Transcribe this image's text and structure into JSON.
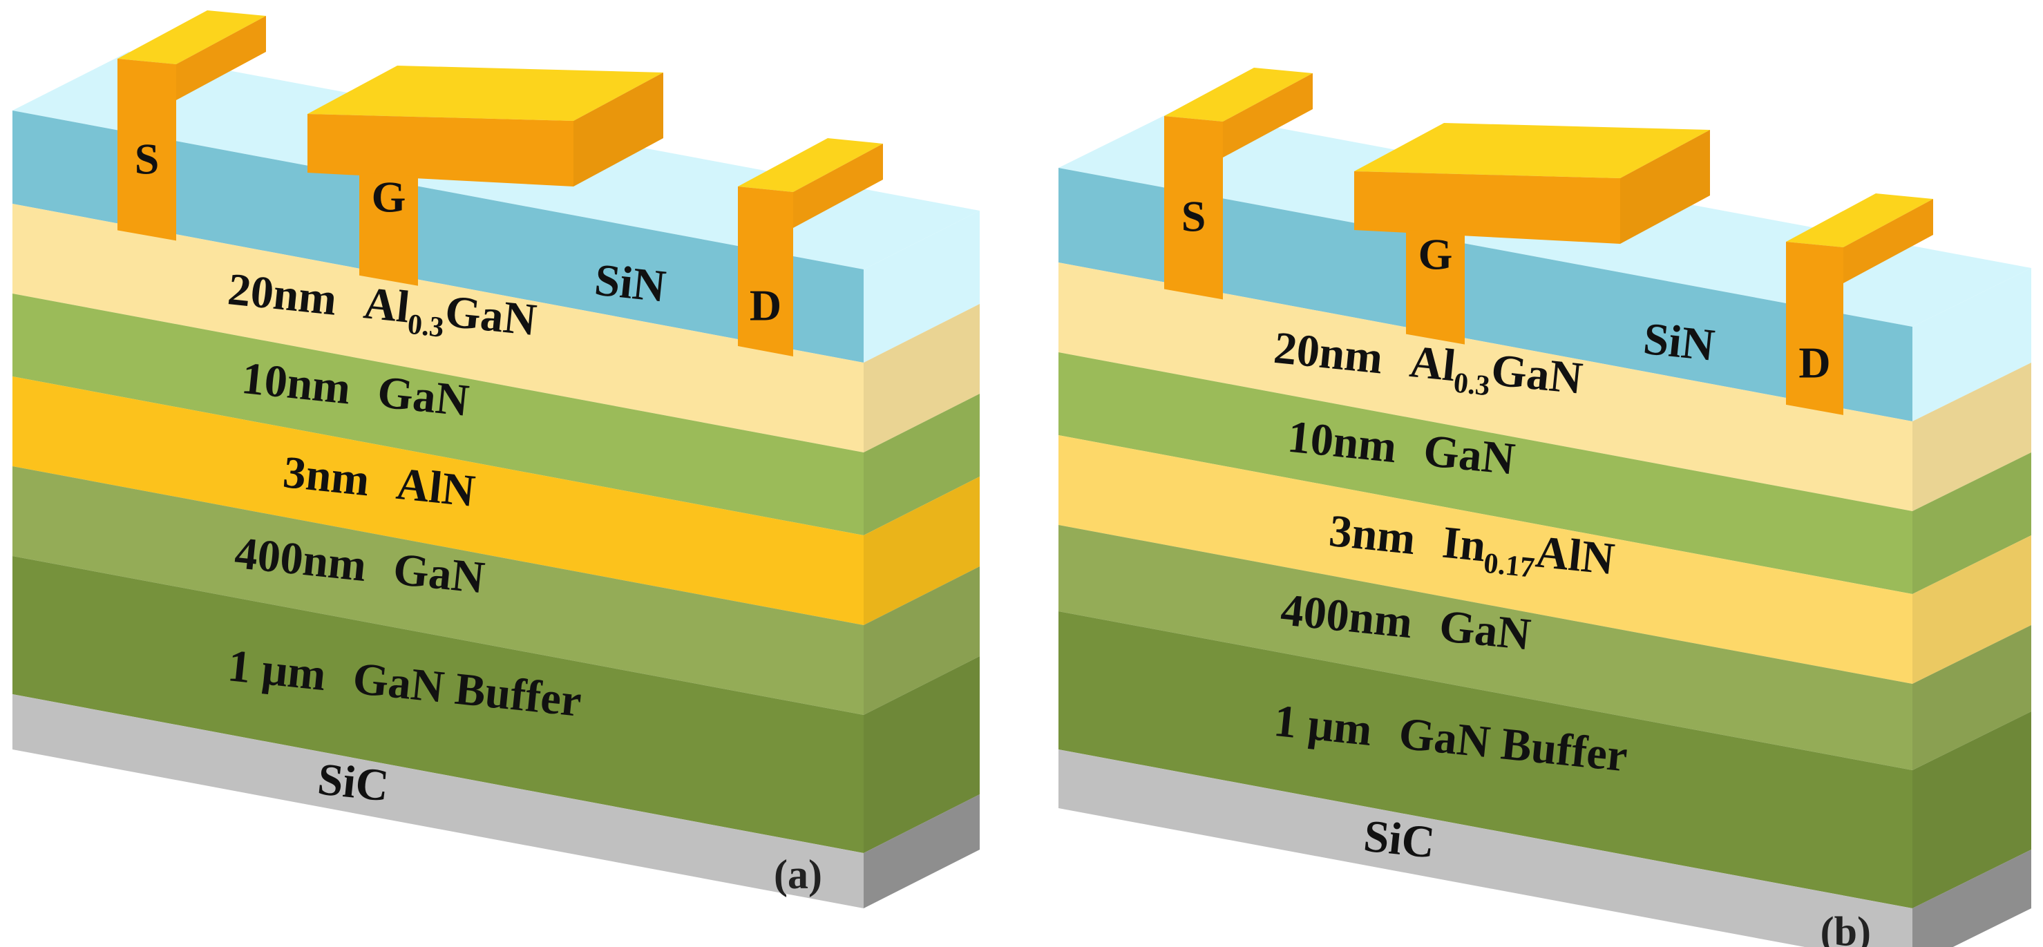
{
  "panels": [
    {
      "id": "a",
      "label": "(a)",
      "contacts": {
        "source": "S",
        "gate": "G",
        "drain": "D"
      },
      "passivation": "SiN",
      "substrate": "SiC",
      "layers": [
        {
          "thickness": "20nm",
          "material": "Al",
          "subscript": "0.3",
          "material_suffix": "GaN",
          "color": "#fce49e"
        },
        {
          "thickness": "10nm",
          "material": "GaN",
          "color": "#9bbb59"
        },
        {
          "thickness": "3nm",
          "material": "AlN",
          "color": "#fcc21c"
        },
        {
          "thickness": "400nm",
          "material": "GaN",
          "color": "#94ac57"
        },
        {
          "thickness": "1 μm",
          "material": "GaN Buffer",
          "color": "#76923c"
        }
      ]
    },
    {
      "id": "b",
      "label": "(b)",
      "contacts": {
        "source": "S",
        "gate": "G",
        "drain": "D"
      },
      "passivation": "SiN",
      "substrate": "SiC",
      "layers": [
        {
          "thickness": "20nm",
          "material": "Al",
          "subscript": "0.3",
          "material_suffix": "GaN",
          "color": "#fce49e"
        },
        {
          "thickness": "10nm",
          "material": "GaN",
          "color": "#9bbb59"
        },
        {
          "thickness": "3nm",
          "material": "In",
          "subscript": "0.17",
          "material_suffix": "AlN",
          "color": "#fdd869"
        },
        {
          "thickness": "400nm",
          "material": "GaN",
          "color": "#94ac57"
        },
        {
          "thickness": "1 μm",
          "material": "GaN Buffer",
          "color": "#76923c"
        }
      ]
    }
  ],
  "colors": {
    "sin_front": "#7ac3d4",
    "sin_top": "#d3f5fc",
    "substrate_front": "#c0c0c0",
    "substrate_side": "#8e8e8e",
    "metal_front": "#f59e0d",
    "metal_top": "#fcd41c"
  }
}
